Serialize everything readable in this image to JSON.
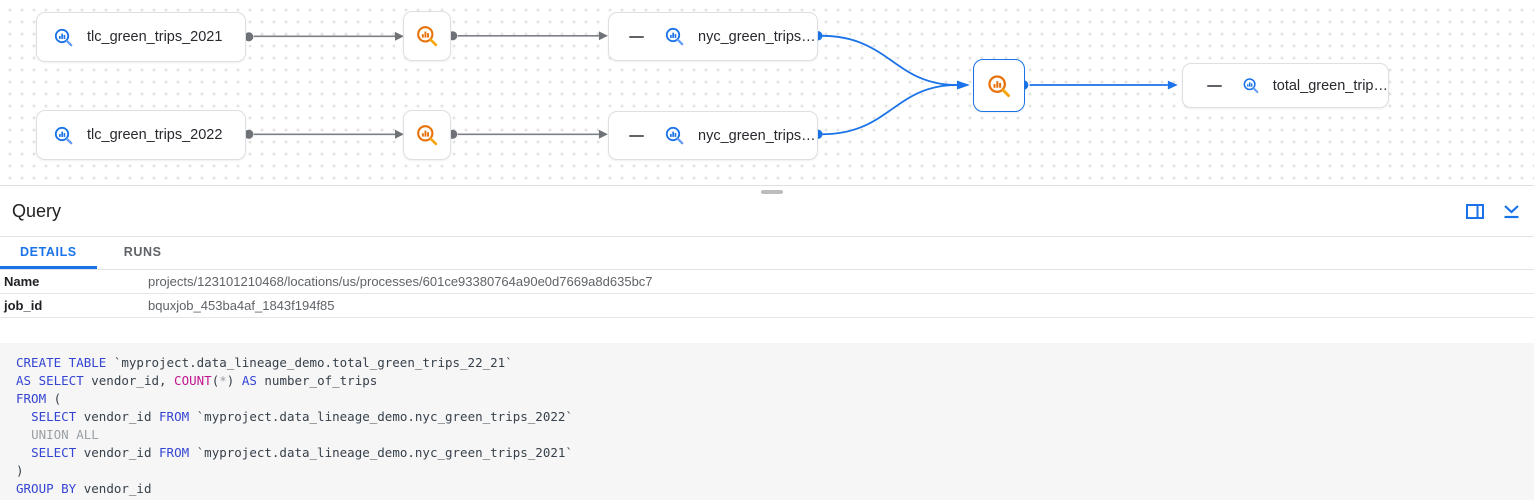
{
  "colors": {
    "accent_blue": "#1a73e8",
    "process_orange": "#e8710a",
    "edge_gray": "#7d8186",
    "keyword_blue": "#3345d2",
    "function_magenta": "#c0178e",
    "dim_gray": "#9aa0a6"
  },
  "graph": {
    "nodes": {
      "tlc_2021": {
        "label": "tlc_green_trips_2021",
        "type": "table"
      },
      "tlc_2022": {
        "label": "tlc_green_trips_2022",
        "type": "table"
      },
      "nyc_top": {
        "label": "nyc_green_trips…",
        "type": "table"
      },
      "nyc_bottom": {
        "label": "nyc_green_trips…",
        "type": "table"
      },
      "total": {
        "label": "total_green_trip…",
        "type": "table"
      },
      "process_1": {
        "label": "",
        "type": "process"
      },
      "process_2": {
        "label": "",
        "type": "process"
      },
      "process_main": {
        "label": "",
        "type": "process",
        "selected": true
      }
    }
  },
  "panel": {
    "title": "Query",
    "tabs": [
      {
        "label": "DETAILS",
        "active": true
      },
      {
        "label": "RUNS",
        "active": false
      }
    ],
    "details": [
      {
        "key": "Name",
        "value": "projects/123101210468/locations/us/processes/601ce93380764a90e0d7669a8d635bc7"
      },
      {
        "key": "job_id",
        "value": "bquxjob_453ba4af_1843f194f85"
      }
    ]
  },
  "sql": {
    "lines": [
      [
        {
          "c": "kw",
          "t": "CREATE TABLE"
        },
        {
          "c": "pl",
          "t": " `myproject.data_lineage_demo.total_green_trips_22_21`"
        }
      ],
      [
        {
          "c": "kw",
          "t": "AS SELECT"
        },
        {
          "c": "pl",
          "t": " vendor_id, "
        },
        {
          "c": "fn",
          "t": "COUNT"
        },
        {
          "c": "pl",
          "t": "("
        },
        {
          "c": "dim",
          "t": "*"
        },
        {
          "c": "pl",
          "t": ") "
        },
        {
          "c": "kw",
          "t": "AS"
        },
        {
          "c": "pl",
          "t": " number_of_trips"
        }
      ],
      [
        {
          "c": "kw",
          "t": "FROM"
        },
        {
          "c": "pl",
          "t": " ("
        }
      ],
      [
        {
          "c": "pl",
          "t": "  "
        },
        {
          "c": "kw",
          "t": "SELECT"
        },
        {
          "c": "pl",
          "t": " vendor_id "
        },
        {
          "c": "kw",
          "t": "FROM"
        },
        {
          "c": "pl",
          "t": " `myproject.data_lineage_demo.nyc_green_trips_2022`"
        }
      ],
      [
        {
          "c": "pl",
          "t": "  "
        },
        {
          "c": "dim",
          "t": "UNION ALL"
        }
      ],
      [
        {
          "c": "pl",
          "t": "  "
        },
        {
          "c": "kw",
          "t": "SELECT"
        },
        {
          "c": "pl",
          "t": " vendor_id "
        },
        {
          "c": "kw",
          "t": "FROM"
        },
        {
          "c": "pl",
          "t": " `myproject.data_lineage_demo.nyc_green_trips_2021`"
        }
      ],
      [
        {
          "c": "pl",
          "t": ")"
        }
      ],
      [
        {
          "c": "kw",
          "t": "GROUP BY"
        },
        {
          "c": "pl",
          "t": " vendor_id"
        }
      ]
    ]
  }
}
